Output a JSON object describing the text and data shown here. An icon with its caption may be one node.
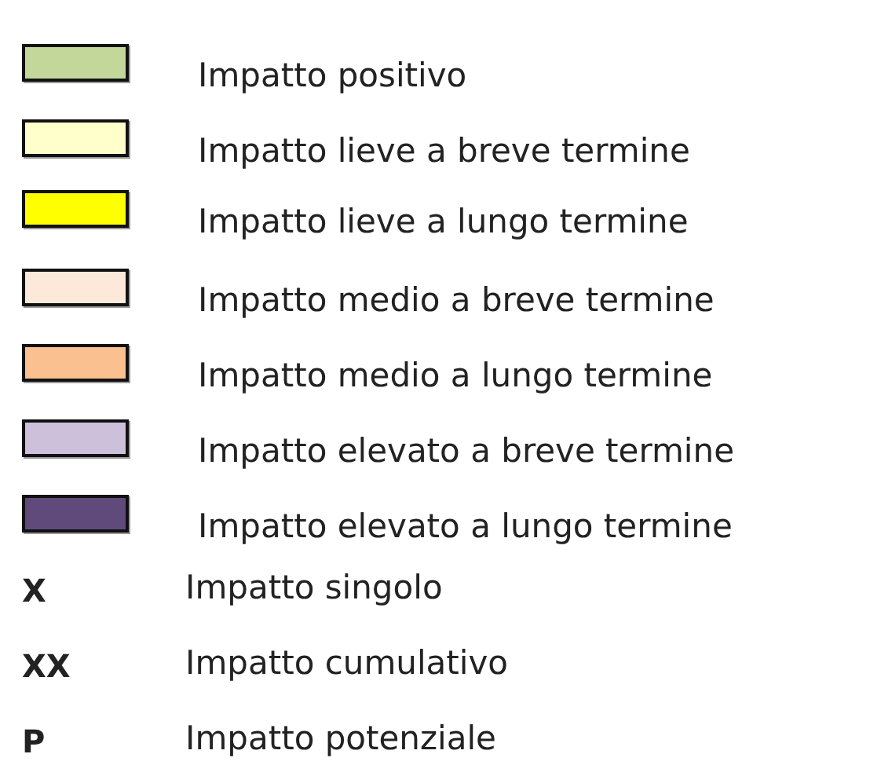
{
  "diagram": {
    "legend": [
      {
        "text": "Impatto positivo",
        "color": "#c4d79b"
      },
      {
        "text": "Impatto lieve a breve termine",
        "color": "#ffffcc"
      },
      {
        "text": "Impatto lieve a lungo termine",
        "color": "#ffff00"
      },
      {
        "text": "Impatto medio a breve termine",
        "color": "#fde9d9"
      },
      {
        "text": "Impatto medio a lungo termine",
        "color": "#fac090"
      },
      {
        "text": "Impatto elevato a breve termine",
        "color": "#ccc0da"
      },
      {
        "text": "Impatto elevato a lungo termine",
        "color": "#604a7b"
      }
    ],
    "labels": [
      "X",
      "Impatto singolo",
      "XX",
      "Impatto cumulativo",
      "P",
      "Impatto potenziale"
    ]
  }
}
